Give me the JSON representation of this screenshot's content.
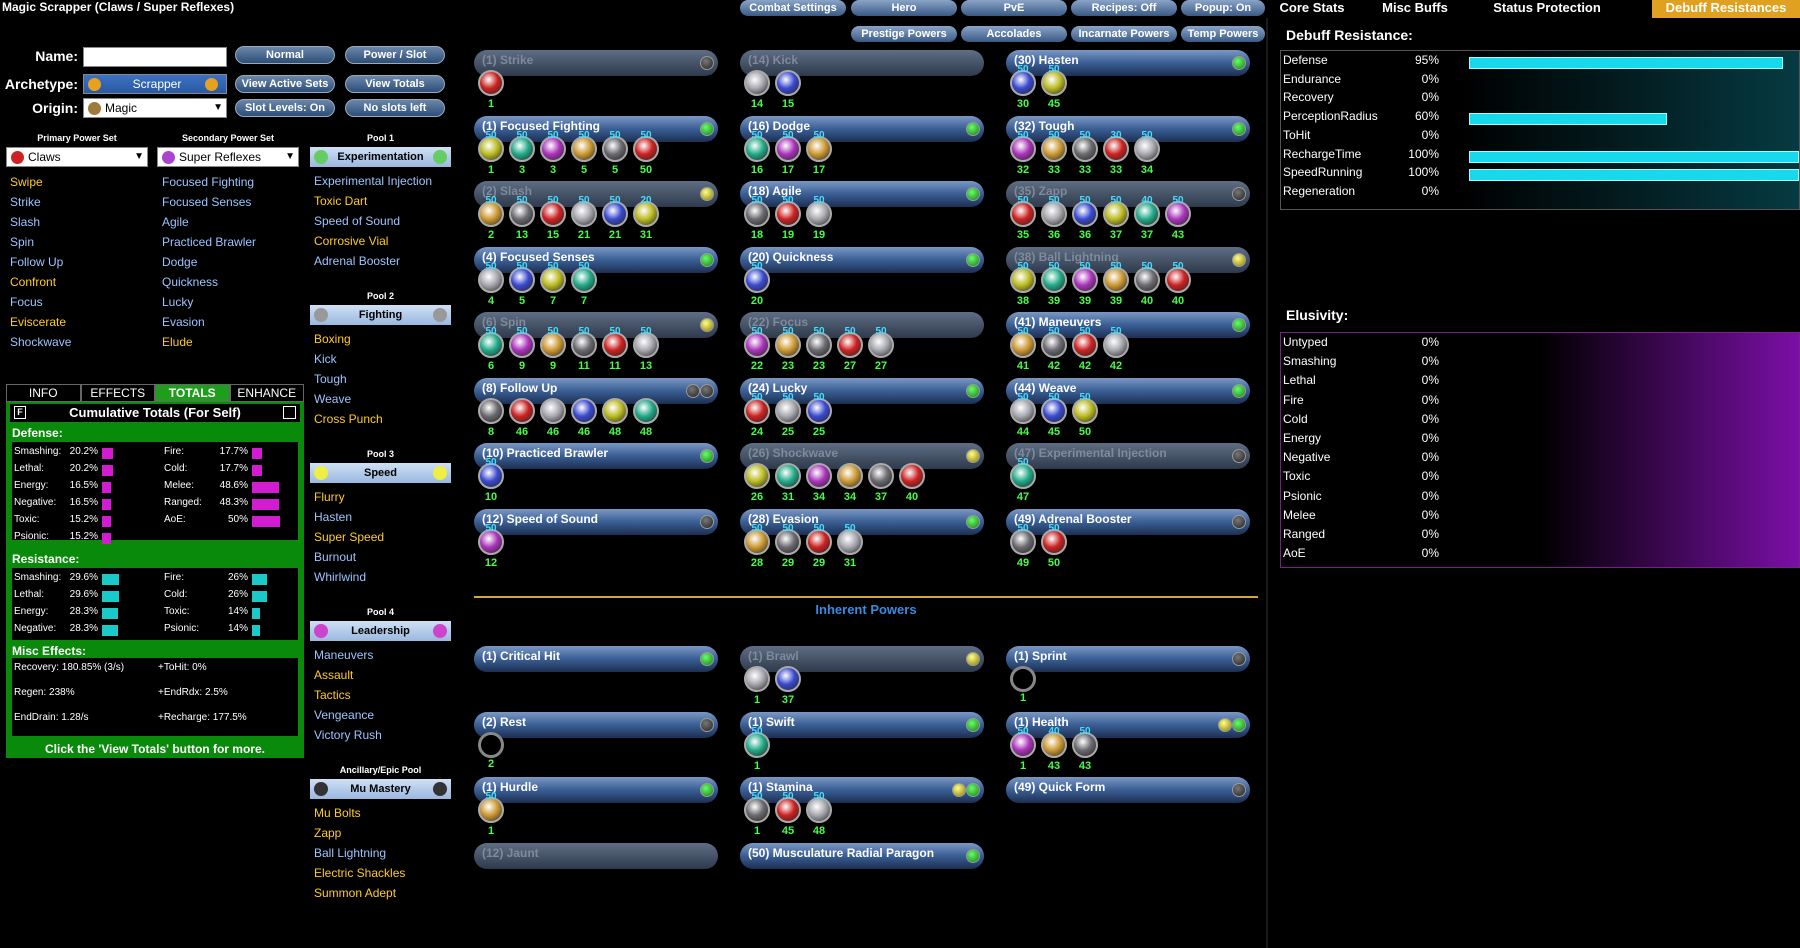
{
  "window_title": "Magic Scrapper (Claws / Super Reflexes)",
  "form": {
    "name_label": "Name:",
    "name_value": "",
    "archetype_label": "Archetype:",
    "archetype": "Scrapper",
    "origin_label": "Origin:",
    "origin": "Magic"
  },
  "buttons": {
    "normal": "Normal",
    "power_slot": "Power / Slot",
    "view_active_sets": "View Active Sets",
    "view_totals": "View Totals",
    "slot_levels": "Slot Levels: On",
    "no_slots_left": "No slots left"
  },
  "primary": {
    "header": "Primary Power Set",
    "set": "Claws",
    "powers": [
      {
        "n": "Swipe",
        "c": "y"
      },
      {
        "n": "Strike",
        "c": "b"
      },
      {
        "n": "Slash",
        "c": "b"
      },
      {
        "n": "Spin",
        "c": "b"
      },
      {
        "n": "Follow Up",
        "c": "b"
      },
      {
        "n": "Confront",
        "c": "y"
      },
      {
        "n": "Focus",
        "c": "b"
      },
      {
        "n": "Eviscerate",
        "c": "y"
      },
      {
        "n": "Shockwave",
        "c": "b"
      }
    ]
  },
  "secondary": {
    "header": "Secondary Power Set",
    "set": "Super Reflexes",
    "powers": [
      {
        "n": "Focused Fighting",
        "c": "b"
      },
      {
        "n": "Focused Senses",
        "c": "b"
      },
      {
        "n": "Agile",
        "c": "b"
      },
      {
        "n": "Practiced Brawler",
        "c": "b"
      },
      {
        "n": "Dodge",
        "c": "b"
      },
      {
        "n": "Quickness",
        "c": "b"
      },
      {
        "n": "Lucky",
        "c": "b"
      },
      {
        "n": "Evasion",
        "c": "b"
      },
      {
        "n": "Elude",
        "c": "y"
      }
    ]
  },
  "pools": [
    {
      "hdr": "Pool 1",
      "name": "Experimentation",
      "color": "#6c6",
      "powers": [
        {
          "n": "Experimental Injection",
          "c": "b"
        },
        {
          "n": "Toxic Dart",
          "c": "y"
        },
        {
          "n": "Speed of Sound",
          "c": "b"
        },
        {
          "n": "Corrosive Vial",
          "c": "y"
        },
        {
          "n": "Adrenal Booster",
          "c": "b"
        }
      ]
    },
    {
      "hdr": "Pool 2",
      "name": "Fighting",
      "color": "#999",
      "powers": [
        {
          "n": "Boxing",
          "c": "y"
        },
        {
          "n": "Kick",
          "c": "b"
        },
        {
          "n": "Tough",
          "c": "b"
        },
        {
          "n": "Weave",
          "c": "b"
        },
        {
          "n": "Cross Punch",
          "c": "y"
        }
      ]
    },
    {
      "hdr": "Pool 3",
      "name": "Speed",
      "color": "#ee4",
      "powers": [
        {
          "n": "Flurry",
          "c": "y"
        },
        {
          "n": "Hasten",
          "c": "b"
        },
        {
          "n": "Super Speed",
          "c": "y"
        },
        {
          "n": "Burnout",
          "c": "b"
        },
        {
          "n": "Whirlwind",
          "c": "b"
        }
      ]
    },
    {
      "hdr": "Pool 4",
      "name": "Leadership",
      "color": "#c4c",
      "powers": [
        {
          "n": "Maneuvers",
          "c": "b"
        },
        {
          "n": "Assault",
          "c": "y"
        },
        {
          "n": "Tactics",
          "c": "y"
        },
        {
          "n": "Vengeance",
          "c": "b"
        },
        {
          "n": "Victory Rush",
          "c": "b"
        }
      ]
    },
    {
      "hdr": "Ancillary/Epic Pool",
      "name": "Mu Mastery",
      "color": "#333",
      "powers": [
        {
          "n": "Mu Bolts",
          "c": "y"
        },
        {
          "n": "Zapp",
          "c": "y"
        },
        {
          "n": "Ball Lightning",
          "c": "b"
        },
        {
          "n": "Electric Shackles",
          "c": "y"
        },
        {
          "n": "Summon Adept",
          "c": "y"
        }
      ]
    }
  ],
  "tabs": [
    "INFO",
    "EFFECTS",
    "TOTALS",
    "ENHANCE"
  ],
  "totals": {
    "title": "Cumulative Totals (For Self)",
    "f_label": "F",
    "defense_label": "Defense:",
    "defense": [
      {
        "n": "Smashing:",
        "v": "20.2%",
        "p": 0.202
      },
      {
        "n": "Fire:",
        "v": "17.7%",
        "p": 0.177
      },
      {
        "n": "Lethal:",
        "v": "20.2%",
        "p": 0.202
      },
      {
        "n": "Cold:",
        "v": "17.7%",
        "p": 0.177
      },
      {
        "n": "Energy:",
        "v": "16.5%",
        "p": 0.165
      },
      {
        "n": "Melee:",
        "v": "48.6%",
        "p": 0.486
      },
      {
        "n": "Negative:",
        "v": "16.5%",
        "p": 0.165
      },
      {
        "n": "Ranged:",
        "v": "48.3%",
        "p": 0.483
      },
      {
        "n": "Toxic:",
        "v": "15.2%",
        "p": 0.152
      },
      {
        "n": "AoE:",
        "v": "50%",
        "p": 0.5
      },
      {
        "n": "Psionic:",
        "v": "15.2%",
        "p": 0.152
      }
    ],
    "resistance_label": "Resistance:",
    "resistance": [
      {
        "n": "Smashing:",
        "v": "29.6%",
        "p": 0.296
      },
      {
        "n": "Fire:",
        "v": "26%",
        "p": 0.26
      },
      {
        "n": "Lethal:",
        "v": "29.6%",
        "p": 0.296
      },
      {
        "n": "Cold:",
        "v": "26%",
        "p": 0.26
      },
      {
        "n": "Energy:",
        "v": "28.3%",
        "p": 0.283
      },
      {
        "n": "Toxic:",
        "v": "14%",
        "p": 0.14
      },
      {
        "n": "Negative:",
        "v": "28.3%",
        "p": 0.283
      },
      {
        "n": "Psionic:",
        "v": "14%",
        "p": 0.14
      }
    ],
    "misc_label": "Misc Effects:",
    "misc": [
      "Recovery: 180.85% (3/s)",
      "+ToHit: 0%",
      "Regen: 238%",
      "+EndRdx: 2.5%",
      "EndDrain: 1.28/s",
      "+Recharge: 177.5%"
    ],
    "footer": "Click the 'View Totals' button for more."
  },
  "top_buttons": [
    "Combat Settings",
    "Hero",
    "PvE",
    "Recipes: Off",
    "Popup: On",
    "Prestige Powers",
    "Accolades",
    "Incarnate Powers",
    "Temp Powers"
  ],
  "panel_tabs": [
    "Core Stats",
    "Misc Buffs",
    "Status Protection",
    "Debuff Resistances"
  ],
  "powers": [
    {
      "t": "(1) Strike",
      "d": 1,
      "dot": "off",
      "s": [
        {
          "l": "",
          "s": "1"
        }
      ]
    },
    {
      "t": "(14) Kick",
      "d": 1,
      "dot": "none",
      "s": [
        {
          "l": "",
          "s": "14"
        },
        {
          "l": "",
          "s": "15"
        }
      ]
    },
    {
      "t": "(30) Hasten",
      "d": 0,
      "dot": "on",
      "s": [
        {
          "l": "50",
          "s": "30"
        },
        {
          "l": "50",
          "s": "45"
        }
      ]
    },
    {
      "t": "(1) Focused Fighting",
      "d": 0,
      "dot": "on",
      "s": [
        {
          "l": "50",
          "s": "1"
        },
        {
          "l": "50",
          "s": "3"
        },
        {
          "l": "50",
          "s": "3"
        },
        {
          "l": "50",
          "s": "5"
        },
        {
          "l": "50",
          "s": "5"
        },
        {
          "l": "50",
          "s": "50"
        }
      ]
    },
    {
      "t": "(16) Dodge",
      "d": 0,
      "dot": "on",
      "s": [
        {
          "l": "50",
          "s": "16"
        },
        {
          "l": "50",
          "s": "17"
        },
        {
          "l": "50",
          "s": "17"
        }
      ]
    },
    {
      "t": "(32) Tough",
      "d": 0,
      "dot": "on",
      "s": [
        {
          "l": "50",
          "s": "32"
        },
        {
          "l": "50",
          "s": "33"
        },
        {
          "l": "50",
          "s": "33"
        },
        {
          "l": "30",
          "s": "33"
        },
        {
          "l": "50",
          "s": "34"
        }
      ]
    },
    {
      "t": "(2) Slash",
      "d": 1,
      "dot": "yel",
      "s": [
        {
          "l": "50",
          "s": "2"
        },
        {
          "l": "50",
          "s": "13"
        },
        {
          "l": "50",
          "s": "15"
        },
        {
          "l": "50",
          "s": "21"
        },
        {
          "l": "50",
          "s": "21"
        },
        {
          "l": "20",
          "s": "31"
        }
      ]
    },
    {
      "t": "(18) Agile",
      "d": 0,
      "dot": "on",
      "s": [
        {
          "l": "50",
          "s": "18"
        },
        {
          "l": "50",
          "s": "19"
        },
        {
          "l": "50",
          "s": "19"
        }
      ]
    },
    {
      "t": "(35) Zapp",
      "d": 1,
      "dot": "off",
      "s": [
        {
          "l": "50",
          "s": "35"
        },
        {
          "l": "50",
          "s": "36"
        },
        {
          "l": "50",
          "s": "36"
        },
        {
          "l": "50",
          "s": "37"
        },
        {
          "l": "40",
          "s": "37"
        },
        {
          "l": "50",
          "s": "43"
        }
      ]
    },
    {
      "t": "(4) Focused Senses",
      "d": 0,
      "dot": "on",
      "s": [
        {
          "l": "50",
          "s": "4"
        },
        {
          "l": "50",
          "s": "5"
        },
        {
          "l": "50",
          "s": "7"
        },
        {
          "l": "50",
          "s": "7"
        }
      ]
    },
    {
      "t": "(20) Quickness",
      "d": 0,
      "dot": "on",
      "s": [
        {
          "l": "50",
          "s": "20"
        }
      ]
    },
    {
      "t": "(38) Ball Lightning",
      "d": 1,
      "dot": "yel",
      "s": [
        {
          "l": "50",
          "s": "38"
        },
        {
          "l": "50",
          "s": "39"
        },
        {
          "l": "50",
          "s": "39"
        },
        {
          "l": "50",
          "s": "39"
        },
        {
          "l": "50",
          "s": "40"
        },
        {
          "l": "50",
          "s": "40"
        }
      ]
    },
    {
      "t": "(6) Spin",
      "d": 1,
      "dot": "yel",
      "s": [
        {
          "l": "50",
          "s": "6"
        },
        {
          "l": "50",
          "s": "9"
        },
        {
          "l": "50",
          "s": "9"
        },
        {
          "l": "50",
          "s": "11"
        },
        {
          "l": "50",
          "s": "11"
        },
        {
          "l": "50",
          "s": "13"
        }
      ]
    },
    {
      "t": "(22) Focus",
      "d": 1,
      "dot": "none",
      "s": [
        {
          "l": "50",
          "s": "22"
        },
        {
          "l": "50",
          "s": "23"
        },
        {
          "l": "50",
          "s": "23"
        },
        {
          "l": "50",
          "s": "27"
        },
        {
          "l": "50",
          "s": "27"
        }
      ]
    },
    {
      "t": "(41) Maneuvers",
      "d": 0,
      "dot": "on",
      "s": [
        {
          "l": "50",
          "s": "41"
        },
        {
          "l": "50",
          "s": "42"
        },
        {
          "l": "50",
          "s": "42"
        },
        {
          "l": "50",
          "s": "42"
        }
      ]
    },
    {
      "t": "(8) Follow Up",
      "d": 0,
      "dot": "two",
      "s": [
        {
          "l": "",
          "s": "8"
        },
        {
          "l": "",
          "s": "46"
        },
        {
          "l": "",
          "s": "46"
        },
        {
          "l": "",
          "s": "46"
        },
        {
          "l": "",
          "s": "48"
        },
        {
          "l": "",
          "s": "48"
        }
      ]
    },
    {
      "t": "(24) Lucky",
      "d": 0,
      "dot": "on",
      "s": [
        {
          "l": "50",
          "s": "24"
        },
        {
          "l": "50",
          "s": "25"
        },
        {
          "l": "50",
          "s": "25"
        }
      ]
    },
    {
      "t": "(44) Weave",
      "d": 0,
      "dot": "on",
      "s": [
        {
          "l": "50",
          "s": "44"
        },
        {
          "l": "50",
          "s": "45"
        },
        {
          "l": "50",
          "s": "50"
        }
      ]
    },
    {
      "t": "(10) Practiced Brawler",
      "d": 0,
      "dot": "on",
      "s": [
        {
          "l": "50",
          "s": "10"
        }
      ]
    },
    {
      "t": "(26) Shockwave",
      "d": 1,
      "dot": "yel",
      "s": [
        {
          "l": "",
          "s": "26"
        },
        {
          "l": "",
          "s": "31"
        },
        {
          "l": "",
          "s": "34"
        },
        {
          "l": "",
          "s": "34"
        },
        {
          "l": "",
          "s": "37"
        },
        {
          "l": "",
          "s": "40"
        }
      ]
    },
    {
      "t": "(47) Experimental Injection",
      "d": 1,
      "dot": "off",
      "s": [
        {
          "l": "50",
          "s": "47"
        }
      ]
    },
    {
      "t": "(12) Speed of Sound",
      "d": 0,
      "dot": "off",
      "s": [
        {
          "l": "50",
          "s": "12"
        }
      ]
    },
    {
      "t": "(28) Evasion",
      "d": 0,
      "dot": "on",
      "s": [
        {
          "l": "50",
          "s": "28"
        },
        {
          "l": "50",
          "s": "29"
        },
        {
          "l": "50",
          "s": "29"
        },
        {
          "l": "50",
          "s": "31"
        }
      ]
    },
    {
      "t": "(49) Adrenal Booster",
      "d": 0,
      "dot": "off",
      "s": [
        {
          "l": "50",
          "s": "49"
        },
        {
          "l": "50",
          "s": "50"
        }
      ]
    }
  ],
  "inherent_label": "Inherent Powers",
  "inherent": [
    {
      "t": "(1) Critical Hit",
      "d": 0,
      "dot": "on",
      "s": []
    },
    {
      "t": "(1) Brawl",
      "d": 1,
      "dot": "yel",
      "s": [
        {
          "l": "",
          "s": "1"
        },
        {
          "l": "",
          "s": "37"
        }
      ]
    },
    {
      "t": "(1) Sprint",
      "d": 0,
      "dot": "off",
      "s": [
        {
          "l": "empty",
          "s": "1"
        }
      ]
    },
    {
      "t": "(2) Rest",
      "d": 0,
      "dot": "off",
      "s": [
        {
          "l": "empty",
          "s": "2"
        }
      ]
    },
    {
      "t": "(1) Swift",
      "d": 0,
      "dot": "on",
      "s": [
        {
          "l": "50",
          "s": "1"
        }
      ]
    },
    {
      "t": "(1) Health",
      "d": 0,
      "dot": "yelon",
      "s": [
        {
          "l": "50",
          "s": "1"
        },
        {
          "l": "40",
          "s": "43"
        },
        {
          "l": "50",
          "s": "43"
        }
      ]
    },
    {
      "t": "(1) Hurdle",
      "d": 0,
      "dot": "on",
      "s": [
        {
          "l": "50",
          "s": "1"
        }
      ]
    },
    {
      "t": "(1) Stamina",
      "d": 0,
      "dot": "yelon",
      "s": [
        {
          "l": "50",
          "s": "1"
        },
        {
          "l": "50",
          "s": "45"
        },
        {
          "l": "50",
          "s": "48"
        }
      ]
    },
    {
      "t": "(49) Quick Form",
      "d": 0,
      "dot": "off",
      "s": []
    },
    {
      "t": "(12) Jaunt",
      "d": 1,
      "dot": "none",
      "s": []
    },
    {
      "t": "(50) Musculature Radial Paragon",
      "d": 0,
      "dot": "on",
      "s": []
    }
  ],
  "debuff": {
    "title": "Debuff Resistance:",
    "rows": [
      {
        "n": "Defense",
        "v": "95%",
        "p": 0.95
      },
      {
        "n": "Endurance",
        "v": "0%",
        "p": 0
      },
      {
        "n": "Recovery",
        "v": "0%",
        "p": 0
      },
      {
        "n": "PerceptionRadius",
        "v": "60%",
        "p": 0.6
      },
      {
        "n": "ToHit",
        "v": "0%",
        "p": 0
      },
      {
        "n": "RechargeTime",
        "v": "100%",
        "p": 1
      },
      {
        "n": "SpeedRunning",
        "v": "100%",
        "p": 1
      },
      {
        "n": "Regeneration",
        "v": "0%",
        "p": 0
      }
    ]
  },
  "elusivity": {
    "title": "Elusivity:",
    "rows": [
      {
        "n": "Untyped",
        "v": "0%"
      },
      {
        "n": "Smashing",
        "v": "0%"
      },
      {
        "n": "Lethal",
        "v": "0%"
      },
      {
        "n": "Fire",
        "v": "0%"
      },
      {
        "n": "Cold",
        "v": "0%"
      },
      {
        "n": "Energy",
        "v": "0%"
      },
      {
        "n": "Negative",
        "v": "0%"
      },
      {
        "n": "Toxic",
        "v": "0%"
      },
      {
        "n": "Psionic",
        "v": "0%"
      },
      {
        "n": "Melee",
        "v": "0%"
      },
      {
        "n": "Ranged",
        "v": "0%"
      },
      {
        "n": "AoE",
        "v": "0%"
      }
    ]
  }
}
